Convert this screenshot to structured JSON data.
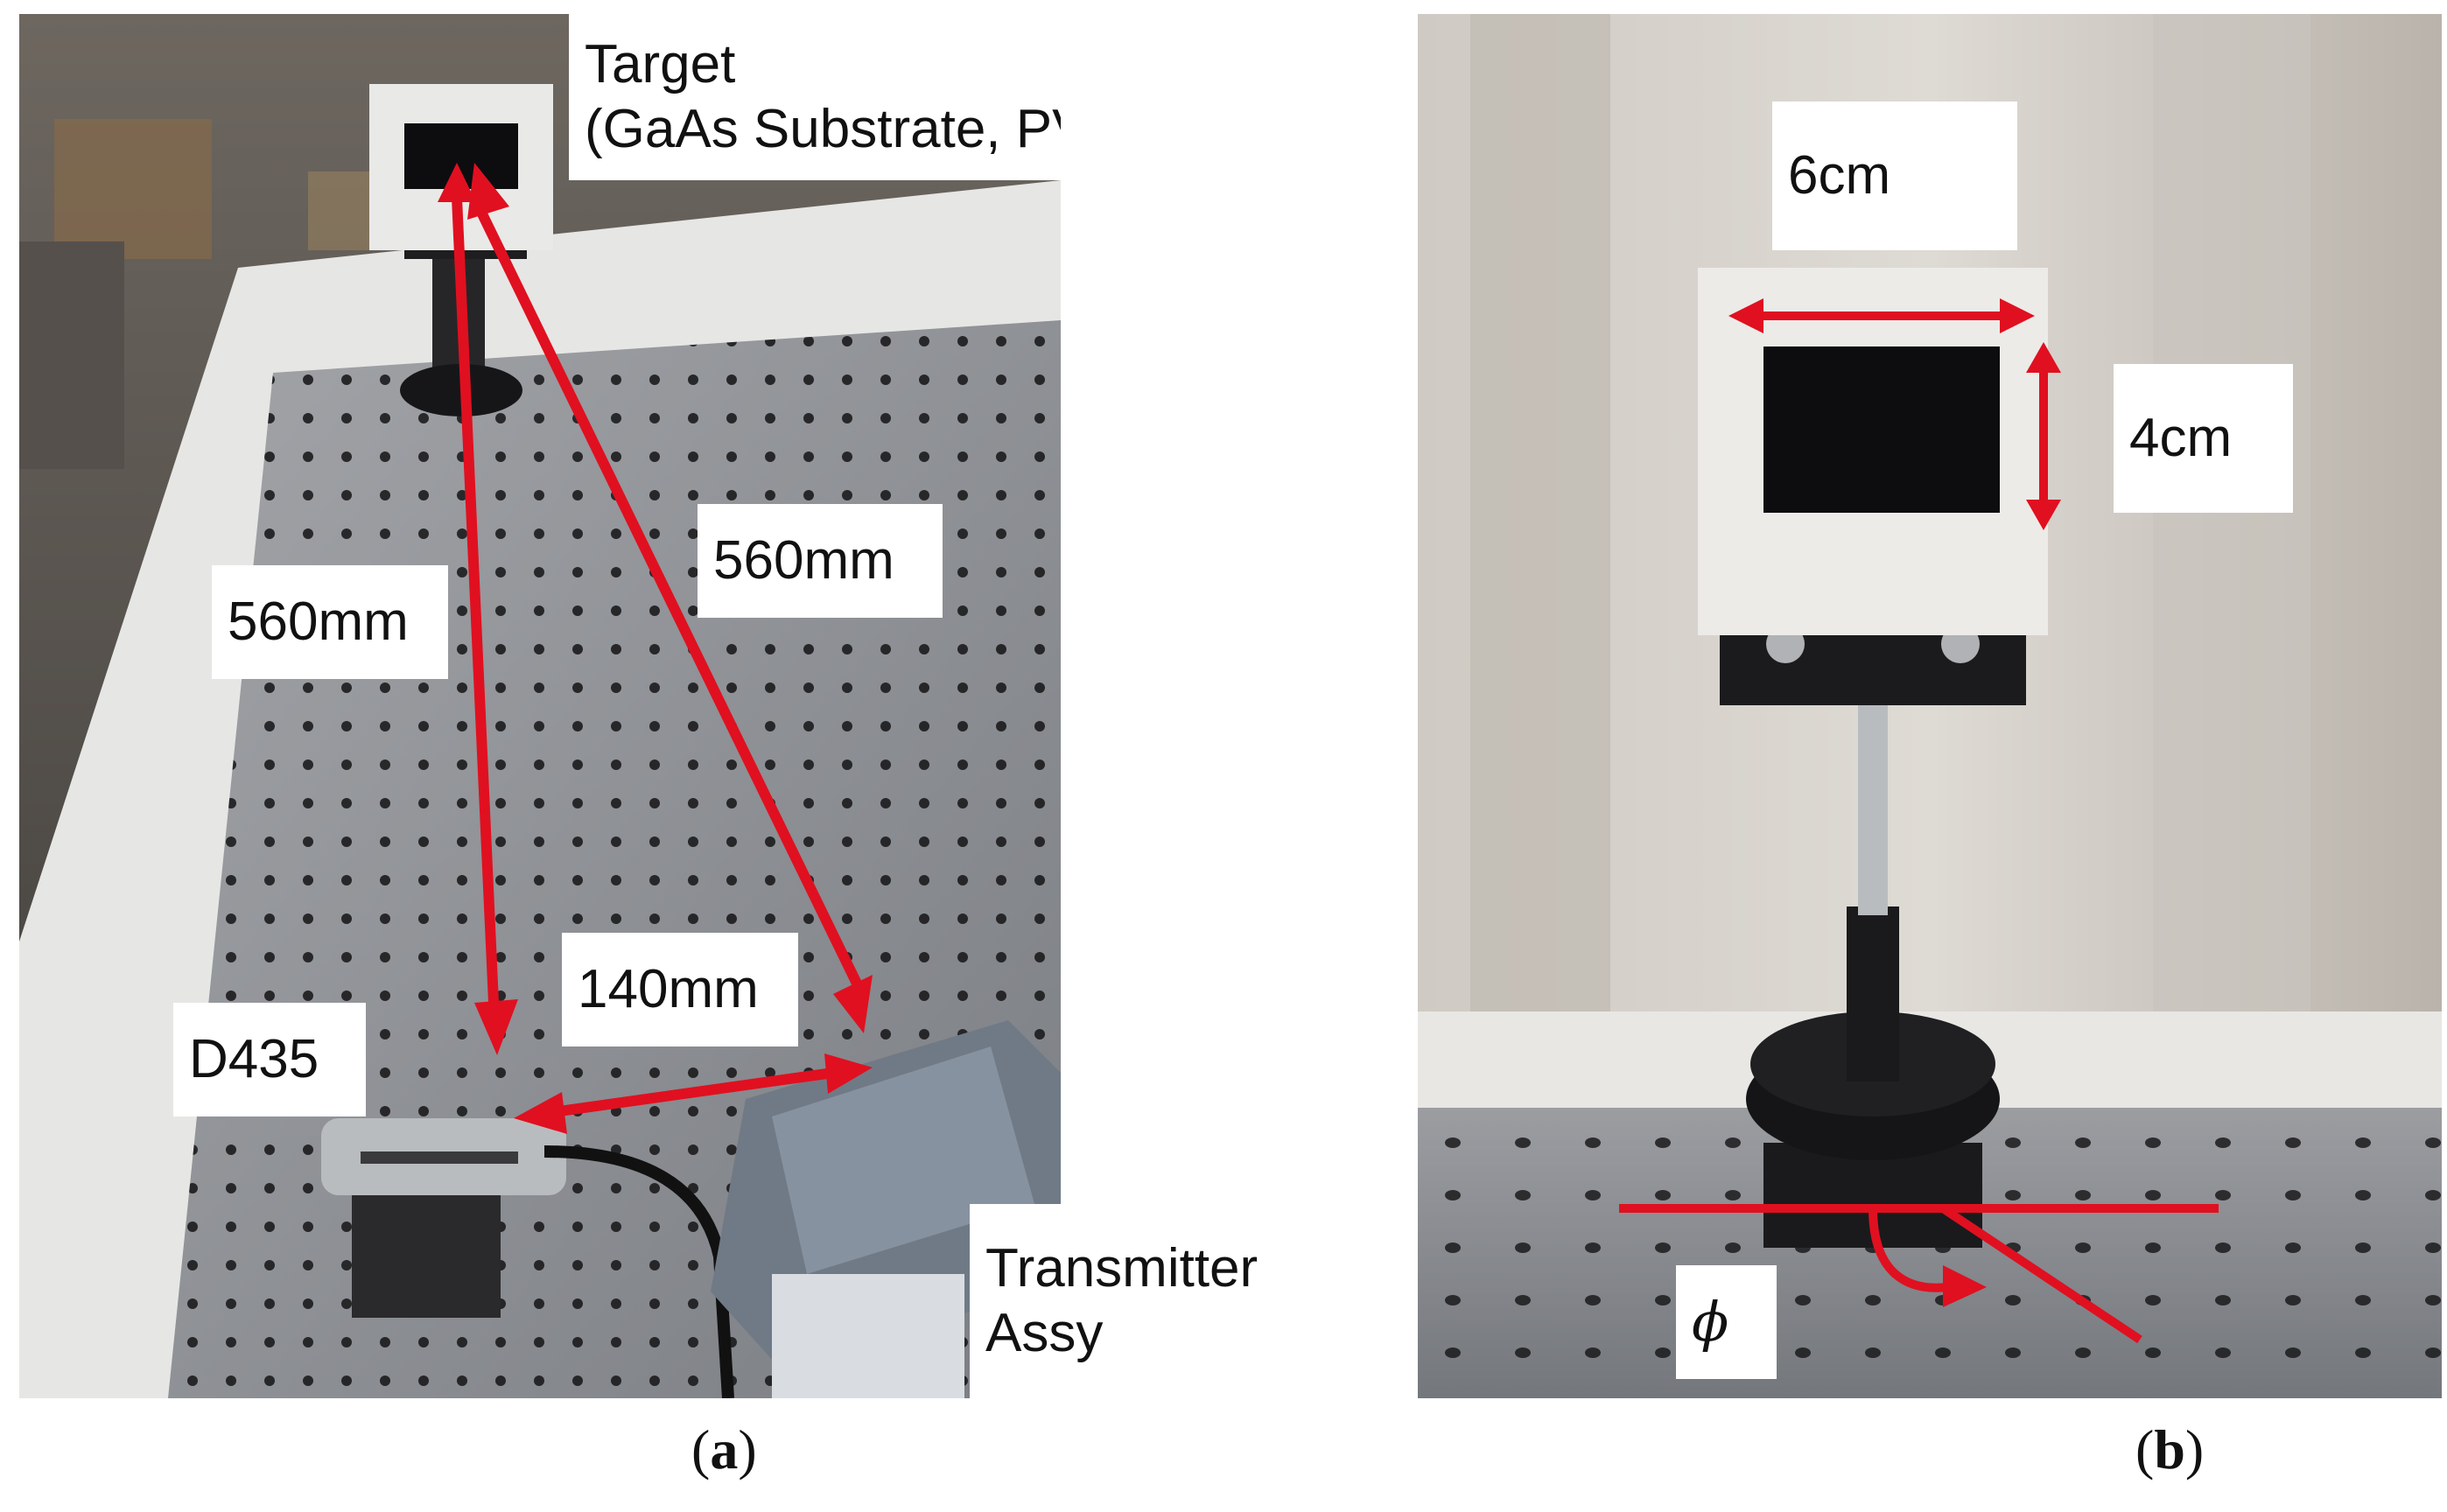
{
  "panel_a": {
    "labels": {
      "target_line1": "Target",
      "target_line2": "(GaAs Substrate, PV)",
      "dist_left": "560mm",
      "dist_right": "560mm",
      "dist_bottom": "140mm",
      "camera": "D435",
      "transmitter_line1": "Transmitter",
      "transmitter_line2": "Assy"
    },
    "caption_open": "(",
    "caption_letter": "a",
    "caption_close": ")"
  },
  "panel_b": {
    "labels": {
      "width": "6cm",
      "height": "4cm",
      "angle": "ϕ"
    },
    "caption_open": "(",
    "caption_letter": "b",
    "caption_close": ")"
  },
  "colors": {
    "arrow": "#e01020",
    "table": "#8e9094",
    "background_lab": "#5a5550"
  },
  "icons": {
    "camera": "d435-camera-icon",
    "transmitter": "transmitter-assembly-icon",
    "target": "pv-target-icon",
    "rotation_stage": "rotation-stage-icon"
  }
}
